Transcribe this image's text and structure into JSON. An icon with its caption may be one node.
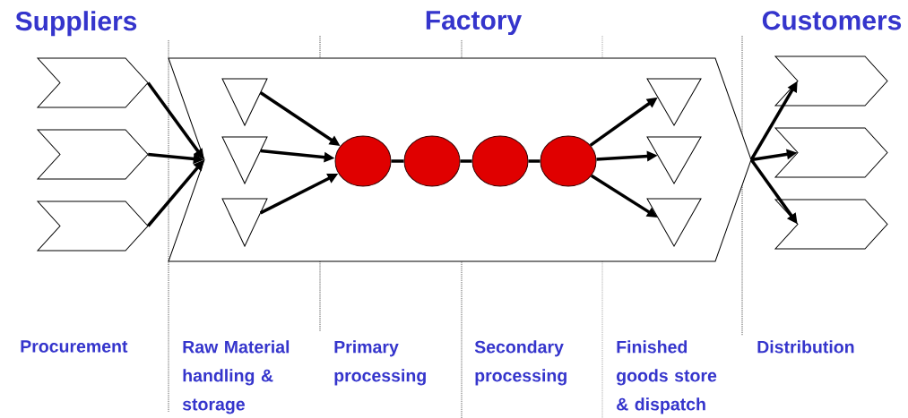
{
  "diagram": {
    "nodes": [
      {
        "text": [],
        "shape": "chevron"
      },
      {
        "text": [],
        "shape": "chevron"
      },
      {
        "text": [],
        "shape": "chevron"
      },
      {
        "text": [],
        "shape": "chevron"
      },
      {
        "text": [],
        "shape": "triangle",
        "in": 3
      },
      {
        "text": [],
        "shape": "triangle",
        "in": 3
      },
      {
        "text": [],
        "shape": "triangle",
        "in": 3
      },
      {
        "text": [],
        "shape": "circle",
        "in": 3
      },
      {
        "text": [],
        "shape": "circle",
        "in": 3
      },
      {
        "text": [],
        "shape": "circle",
        "in": 3
      },
      {
        "text": [],
        "shape": "circle",
        "in": 3
      },
      {
        "text": [],
        "shape": "triangle",
        "in": 3
      },
      {
        "text": [],
        "shape": "triangle",
        "in": 3
      },
      {
        "text": [],
        "shape": "triangle",
        "in": 3
      },
      {
        "text": [],
        "shape": "chevron"
      },
      {
        "text": [],
        "shape": "chevron"
      },
      {
        "text": [],
        "shape": "chevron"
      }
    ],
    "edges": [
      {
        "from": 0,
        "to": 3,
        "arrow": "to"
      },
      {
        "from": 1,
        "to": 3,
        "arrow": "to"
      },
      {
        "from": 2,
        "to": 3,
        "arrow": "to"
      },
      {
        "from": 4,
        "to": 7,
        "arrow": "to"
      },
      {
        "from": 5,
        "to": 7,
        "arrow": "to"
      },
      {
        "from": 6,
        "to": 7,
        "arrow": "to"
      },
      {
        "from": 7,
        "to": 8,
        "arrow": "none"
      },
      {
        "from": 8,
        "to": 9,
        "arrow": "none"
      },
      {
        "from": 9,
        "to": 10,
        "arrow": "none"
      },
      {
        "from": 10,
        "to": 11,
        "arrow": "to"
      },
      {
        "from": 10,
        "to": 12,
        "arrow": "to"
      },
      {
        "from": 10,
        "to": 13,
        "arrow": "to"
      },
      {
        "from": 3,
        "to": 14,
        "arrow": "to"
      },
      {
        "from": 3,
        "to": 15,
        "arrow": "to"
      },
      {
        "from": 3,
        "to": 16,
        "arrow": "to"
      }
    ],
    "labels": [
      "Suppliers",
      "Factory",
      "Customers",
      "Procurement",
      "Raw Material handling & storage",
      "Primary processing",
      "Secondary processing",
      "Finished goods store & dispatch",
      "Distribution"
    ]
  }
}
